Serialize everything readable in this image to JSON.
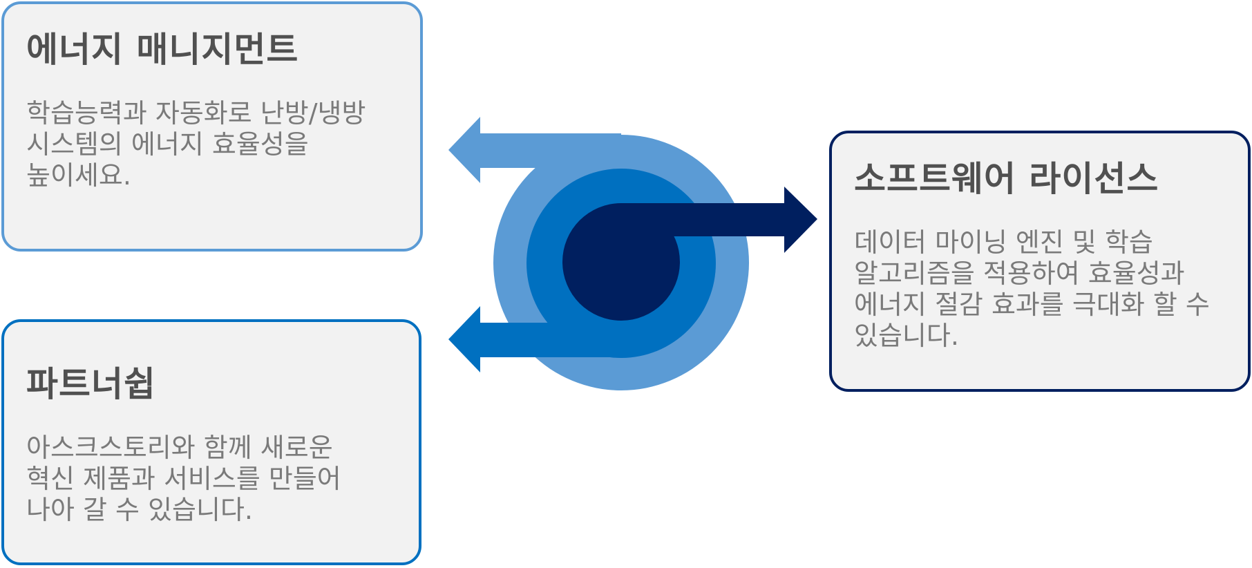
{
  "colors": {
    "light_blue": "#5b9bd5",
    "mid_blue": "#0070c0",
    "dark_navy": "#001f5f",
    "card_bg": "#f2f2f2",
    "title_text": "#505050",
    "body_text": "#7a7a7a"
  },
  "cards": {
    "energy": {
      "title": "에너지 매니지먼트",
      "text": "학습능력과 자동화로 난방/냉방\n시스템의 에너지 효율성을\n높이세요.",
      "border_color": "#5b9bd5",
      "arrow": "left"
    },
    "partner": {
      "title": "파트너쉽",
      "text": "아스크스토리와 함께 새로운\n혁신 제품과 서비스를 만들어\n나아 갈 수 있습니다.",
      "border_color": "#0070c0",
      "arrow": "left"
    },
    "software": {
      "title": "소프트웨어 라이선스",
      "text": "데이터 마이닝 엔진 및 학습\n알고리즘을 적용하여 효율성과\n에너지 절감 효과를 극대화 할 수\n있습니다.",
      "border_color": "#001f5f",
      "arrow": "right"
    }
  },
  "hub": {
    "rings": [
      "light_blue",
      "mid_blue",
      "dark_navy"
    ],
    "connector_icon": "circular-arrows-icon"
  }
}
